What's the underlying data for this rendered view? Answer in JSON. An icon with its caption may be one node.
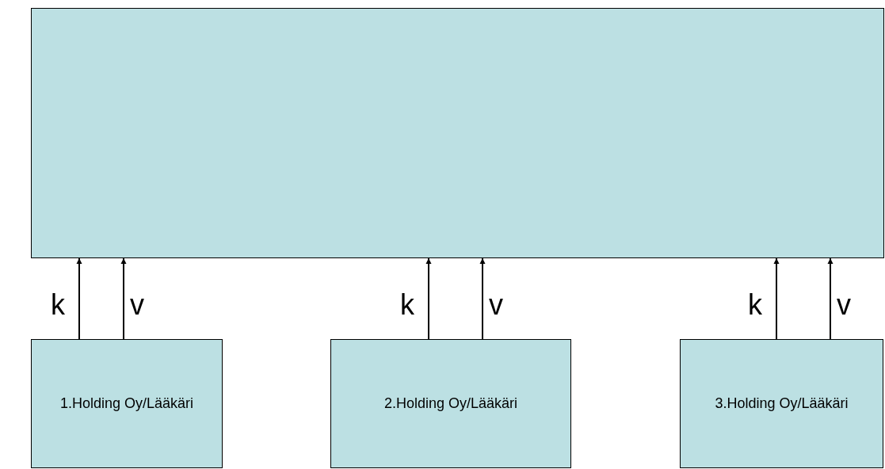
{
  "diagram": {
    "nodes": [
      {
        "text": [],
        "shape": "box"
      },
      {
        "text": [
          "1.Holding Oy/Lääkäri"
        ]
      },
      {
        "text": [
          "2.Holding Oy/Lääkäri"
        ]
      },
      {
        "text": [
          "3.Holding Oy/Lääkäri"
        ]
      }
    ],
    "edges": [
      {
        "from": 1,
        "to": 0,
        "arrow": "to",
        "label": "k"
      },
      {
        "from": 1,
        "to": 0,
        "arrow": "to",
        "label": "v"
      },
      {
        "from": 2,
        "to": 0,
        "arrow": "to",
        "label": "k"
      },
      {
        "from": 2,
        "to": 0,
        "arrow": "to",
        "label": "v"
      },
      {
        "from": 3,
        "to": 0,
        "arrow": "to",
        "label": "k"
      },
      {
        "from": 3,
        "to": 0,
        "arrow": "to",
        "label": "v"
      }
    ]
  }
}
